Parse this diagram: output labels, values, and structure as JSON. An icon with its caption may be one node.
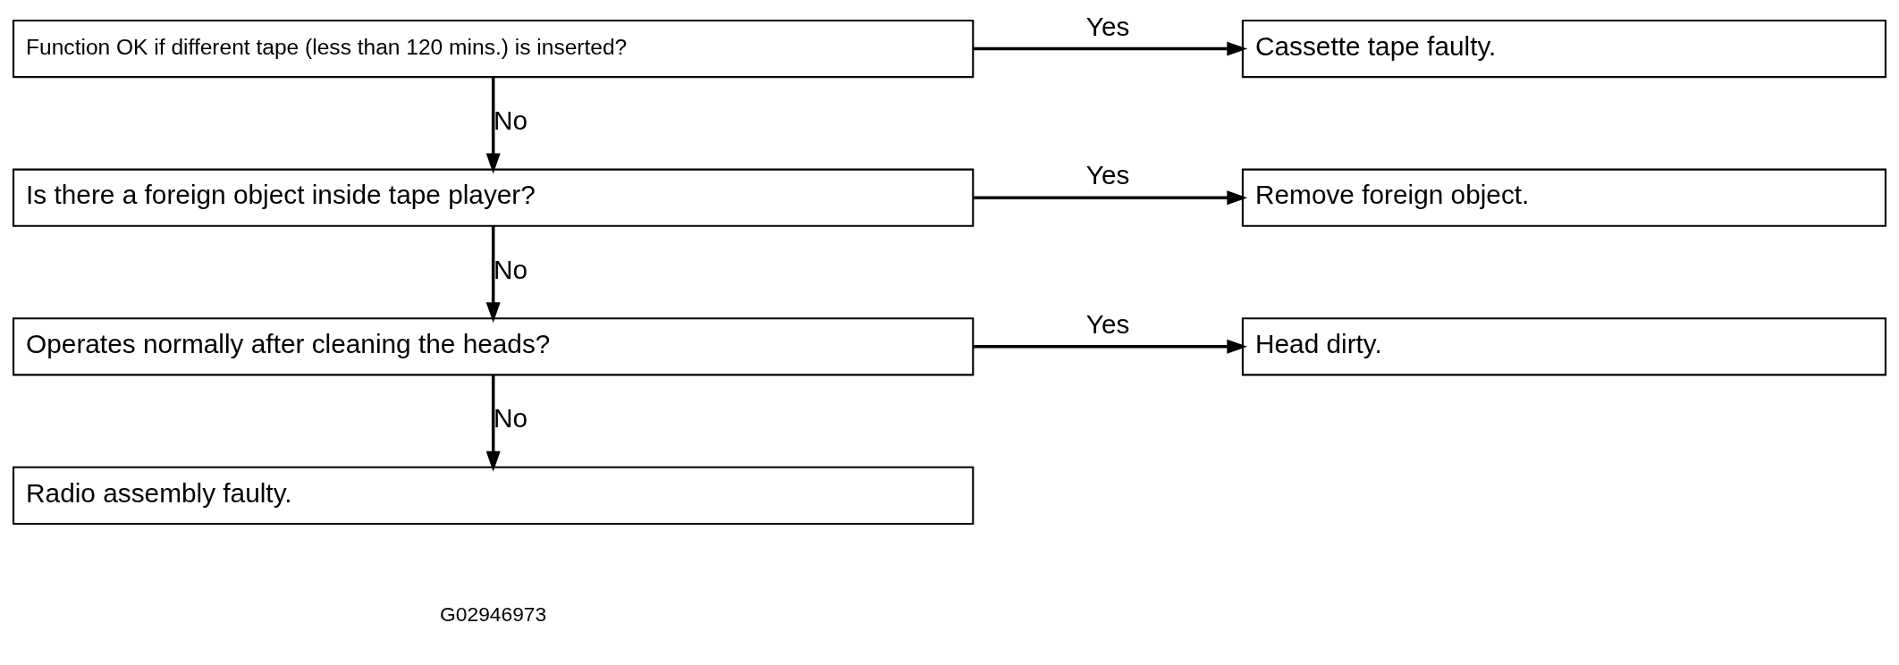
{
  "diagram": {
    "nodes": [
      {
        "text": [
          "Function OK if different tape (less than 120 mins.) is inserted?"
        ]
      },
      {
        "text": [
          "Cassette tape faulty."
        ]
      },
      {
        "text": [
          "Is there a foreign object inside tape player?"
        ]
      },
      {
        "text": [
          "Remove foreign object."
        ]
      },
      {
        "text": [
          "Operates normally after cleaning the heads?"
        ]
      },
      {
        "text": [
          "Head dirty."
        ]
      },
      {
        "text": [
          "Radio assembly faulty."
        ]
      }
    ],
    "edges": [
      {
        "from": 0,
        "to": 1,
        "arrow": "to",
        "label": "Yes"
      },
      {
        "from": 0,
        "to": 2,
        "arrow": "to",
        "label": "No"
      },
      {
        "from": 2,
        "to": 3,
        "arrow": "to",
        "label": "Yes"
      },
      {
        "from": 2,
        "to": 4,
        "arrow": "to",
        "label": "No"
      },
      {
        "from": 4,
        "to": 5,
        "arrow": "to",
        "label": "Yes"
      },
      {
        "from": 4,
        "to": 6,
        "arrow": "to",
        "label": "No"
      }
    ],
    "labels": [
      "G02946973"
    ]
  }
}
